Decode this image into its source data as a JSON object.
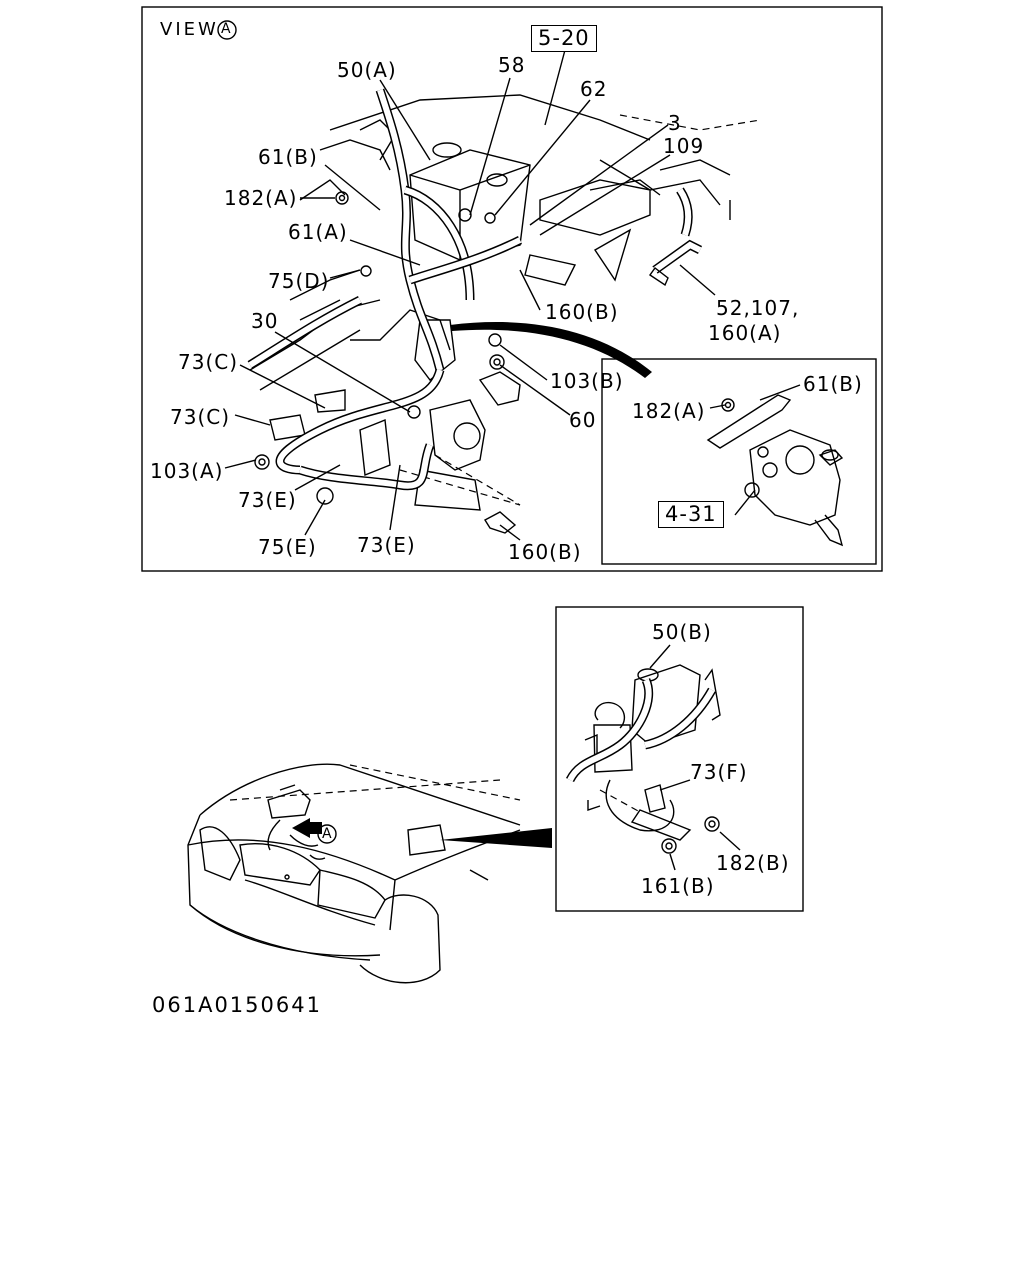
{
  "view_a": {
    "title": "VIEW",
    "view_letter": "A",
    "refs": {
      "r5_20": "5-20",
      "r4_31": "4-31"
    },
    "labels": {
      "l50a": "50(A)",
      "l58": "58",
      "l62": "62",
      "l3": "3",
      "l109": "109",
      "l61b": "61(B)",
      "l182a": "182(A)",
      "l61a": "61(A)",
      "l75d": "75(D)",
      "l52": "52,107,",
      "l160a": "160(A)",
      "l160b_top": "160(B)",
      "l30": "30",
      "l73c_1": "73(C)",
      "l103b": "103(B)",
      "l60": "60",
      "l73c_2": "73(C)",
      "l103a": "103(A)",
      "l73e_1": "73(E)",
      "l75e": "75(E)",
      "l73e_2": "73(E)",
      "l160b_bot": "160(B)",
      "l182a_inset": "182(A)",
      "l61b_inset": "61(B)"
    }
  },
  "inset_b": {
    "labels": {
      "l50b": "50(B)",
      "l73f": "73(F)",
      "l182b": "182(B)",
      "l161b": "161(B)"
    }
  },
  "car": {
    "view_letter": "A"
  },
  "drawing_number": "061A0150641"
}
